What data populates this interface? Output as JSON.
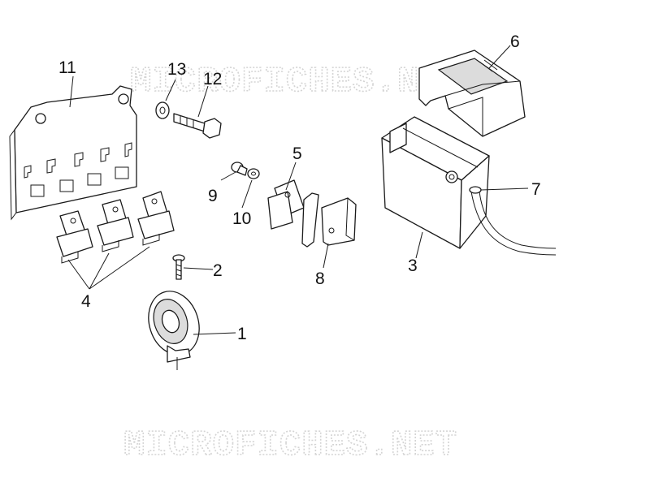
{
  "watermark": {
    "top": "MICROFICHES.NET",
    "bottom": "MICROFICHES.NET",
    "color": "#d4d4d4"
  },
  "callouts": {
    "c1": "1",
    "c2": "2",
    "c3": "3",
    "c4": "4",
    "c5": "5",
    "c6": "6",
    "c7": "7",
    "c8": "8",
    "c9": "9",
    "c10": "10",
    "c11": "11",
    "c12": "12",
    "c13": "13"
  },
  "line_color": "#1a1a1a"
}
